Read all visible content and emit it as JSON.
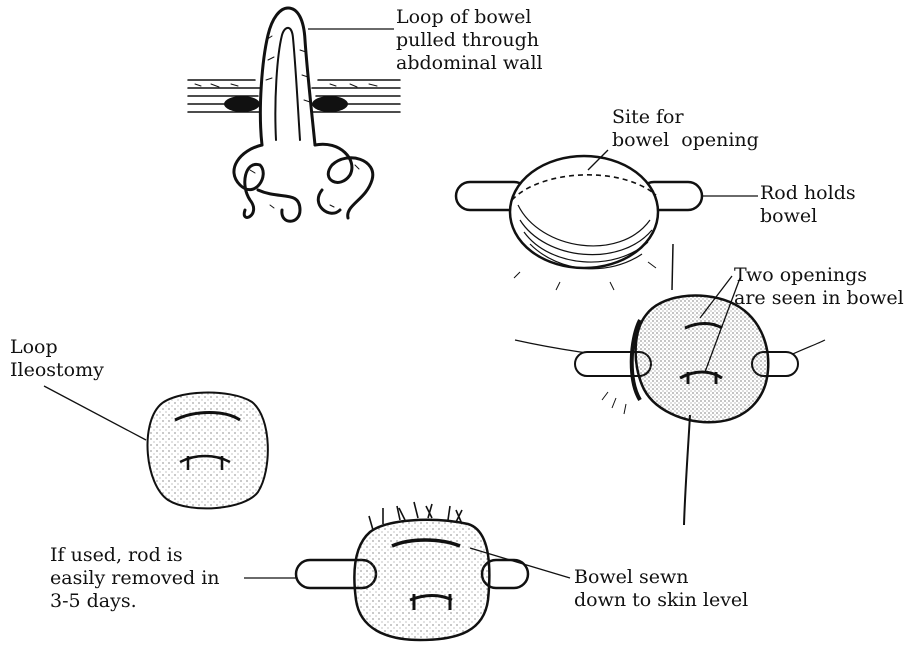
{
  "labels": {
    "loop_pulled": [
      "Loop of bowel",
      "pulled through",
      "abdominal wall"
    ],
    "site_opening": [
      "Site for",
      "bowel  opening"
    ],
    "rod_holds": [
      "Rod holds",
      "bowel"
    ],
    "two_openings": [
      "Two openings",
      "are seen in bowel"
    ],
    "loop_ileostomy": [
      "Loop",
      "Ileostomy"
    ],
    "rod_removed": [
      "If used, rod is",
      "easily removed in",
      "3-5 days."
    ],
    "bowel_sewn": [
      "Bowel sewn",
      "down to skin level"
    ]
  },
  "colors": {
    "ink": "#111111",
    "skin": "#f3f0ea",
    "rod": "#ffffff"
  }
}
